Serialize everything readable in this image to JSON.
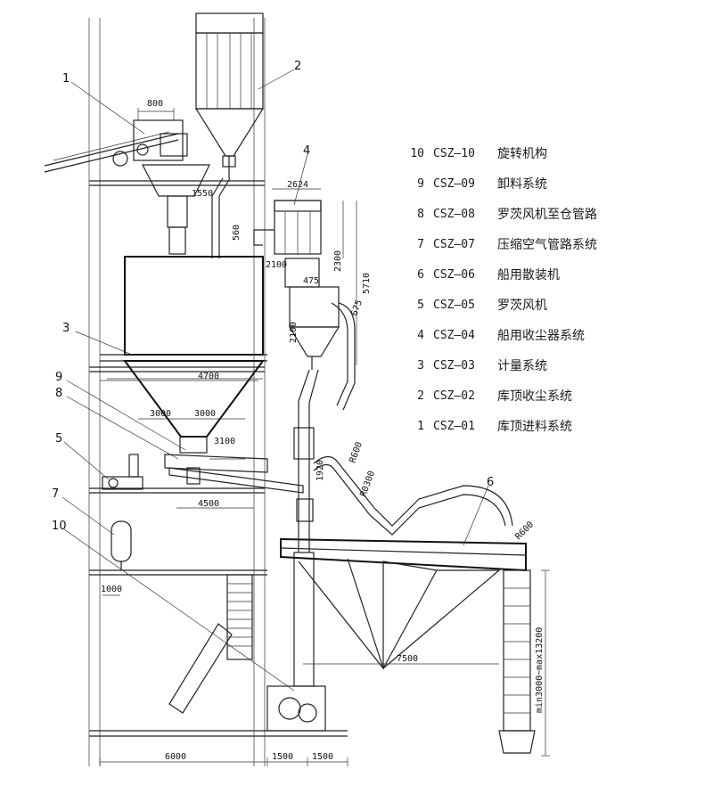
{
  "legend": [
    {
      "num": "10",
      "code": "CSZ—10",
      "name": "旋转机构"
    },
    {
      "num": "9",
      "code": "CSZ—09",
      "name": "卸料系统"
    },
    {
      "num": "8",
      "code": "CSZ—08",
      "name": "罗茨风机至仓管路"
    },
    {
      "num": "7",
      "code": "CSZ—07",
      "name": "压缩空气管路系统"
    },
    {
      "num": "6",
      "code": "CSZ—06",
      "name": "船用散装机"
    },
    {
      "num": "5",
      "code": "CSZ—05",
      "name": "罗茨风机"
    },
    {
      "num": "4",
      "code": "CSZ—04",
      "name": "船用收尘器系统"
    },
    {
      "num": "3",
      "code": "CSZ—03",
      "name": "计量系统"
    },
    {
      "num": "2",
      "code": "CSZ—02",
      "name": "库顶收尘系统"
    },
    {
      "num": "1",
      "code": "CSZ—01",
      "name": "库顶进料系统"
    }
  ],
  "callouts": [
    "1",
    "2",
    "3",
    "4",
    "5",
    "6",
    "7",
    "8",
    "9",
    "10"
  ],
  "dimensions": {
    "d800": "800",
    "d1550": "1550",
    "d2624": "2624",
    "d560": "560",
    "d2100": "2100",
    "d2300": "2300",
    "d475": "475",
    "d5710": "5710",
    "d675": "675",
    "d2100b": "2100",
    "d4700": "4700",
    "d3000a": "3000",
    "d3000b": "3000",
    "d3100": "3100",
    "d1920": "1920",
    "dR600a": "R600",
    "dR300": "R0300",
    "d4500": "4500",
    "dR600b": "R600",
    "d1000": "1000",
    "d7500": "7500",
    "dmin": "min3000~max13200",
    "d6000": "6000",
    "d1500a": "1500",
    "d1500b": "1500"
  }
}
